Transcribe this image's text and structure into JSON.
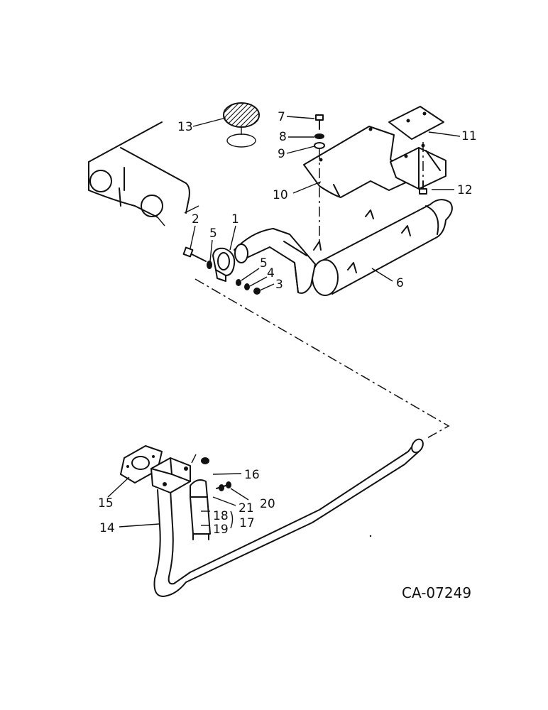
{
  "diagram_id": "CA-07249",
  "labels": {
    "p1": "1",
    "p2": "2",
    "p3": "3",
    "p4": "4",
    "p5a": "5",
    "p5b": "5",
    "p6": "6",
    "p7": "7",
    "p8": "8",
    "p9": "9",
    "p10": "10",
    "p11": "11",
    "p12": "12",
    "p13": "13",
    "p14": "14",
    "p15": "15",
    "p16": "16",
    "p17": "17",
    "p18": "18",
    "p19": "19",
    "p20": "20",
    "p21": "21"
  }
}
